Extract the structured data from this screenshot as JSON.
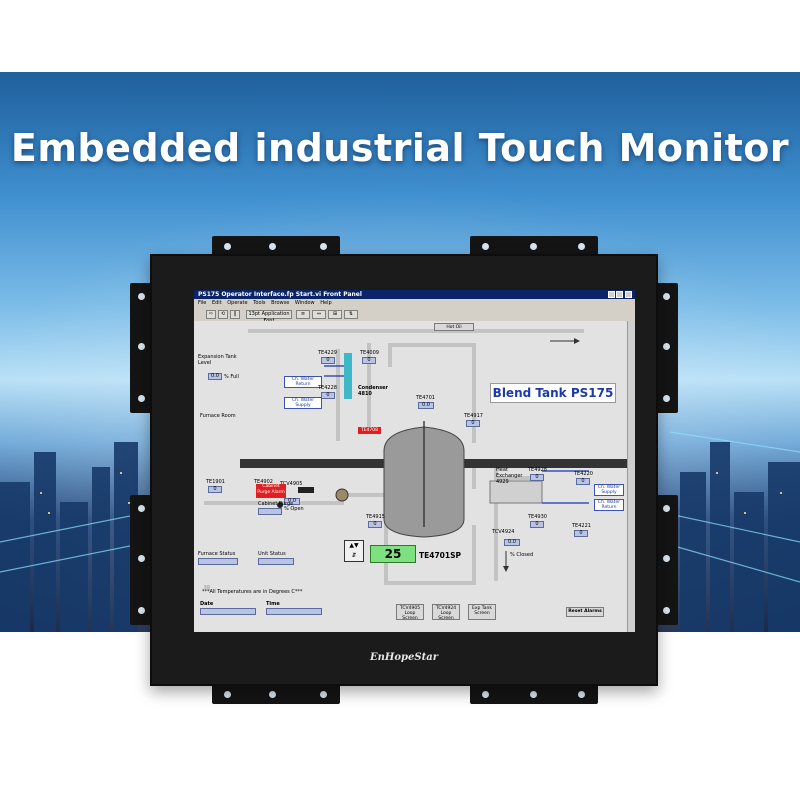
{
  "headline": "Embedded industrial Touch Monitor",
  "brand_logo": "EnHopeStar",
  "colors": {
    "accent_blue": "#1d3aa8",
    "alarm_red": "#e02020",
    "value_green": "#7fe07f"
  },
  "window": {
    "title": "PS175 Operator Interface.fp Start.vi Front Panel",
    "menu": [
      "File",
      "Edit",
      "Operate",
      "Tools",
      "Browse",
      "Window",
      "Help"
    ],
    "toolbar_font": "13pt Application Font"
  },
  "panel": {
    "hot_oil": "Hot Oil",
    "blend_tank": "Blend Tank PS175",
    "expansion_tank": {
      "label": "Expansion Tank Level",
      "value": "0.0",
      "unit": "% Full"
    },
    "furnace_room": "Furnace Room",
    "te4229": {
      "tag": "TE4229",
      "value": "0"
    },
    "te4009": {
      "tag": "TE4009",
      "value": "0"
    },
    "te4228": {
      "tag": "TE4228",
      "value": "0"
    },
    "ch_water_return": "Ch. Water Return",
    "ch_water_supply": "Ch. Water Supply",
    "condenser": "Condenser 4810",
    "te4701": {
      "tag": "TE4701",
      "value": "0.0"
    },
    "te4917": {
      "tag": "TE4917",
      "value": "0"
    },
    "te4708": "TE4708",
    "te1901": {
      "tag": "TE1901",
      "value": "0"
    },
    "te4902": {
      "tag": "TE4902",
      "value": "0"
    },
    "tcv4905": {
      "tag": "TCV4905",
      "value": "0.0",
      "unit": "% Open"
    },
    "te4915": {
      "tag": "TE4915",
      "value": "0"
    },
    "cabinet_alarm": "Cabinet Purge Alarm",
    "cabinet_purge": "Cabinet Purge",
    "furnace_status": "Furnace Status",
    "unit_status": "Unit Status",
    "heat_exchanger": "Heat Exchanger 4929",
    "te4928": {
      "tag": "TE4928",
      "value": "0"
    },
    "te4220": {
      "tag": "TE4220",
      "value": "0"
    },
    "te4930": {
      "tag": "TE4930",
      "value": "0"
    },
    "te4221": {
      "tag": "TE4221",
      "value": "0"
    },
    "tcv4924": {
      "tag": "TCV4924",
      "value": "0.0",
      "unit": "% Closed"
    },
    "setpoint_value": "25",
    "setpoint_tag": "TE4701SP",
    "note": "***All Temperatures are in Degrees C***",
    "date_label": "Date",
    "time_label": "Time",
    "buttons": [
      "TCV4905 Loop Screen",
      "TCV4924 Loop Screen",
      "Exp Tank Screen",
      "Reset Alarms"
    ]
  }
}
